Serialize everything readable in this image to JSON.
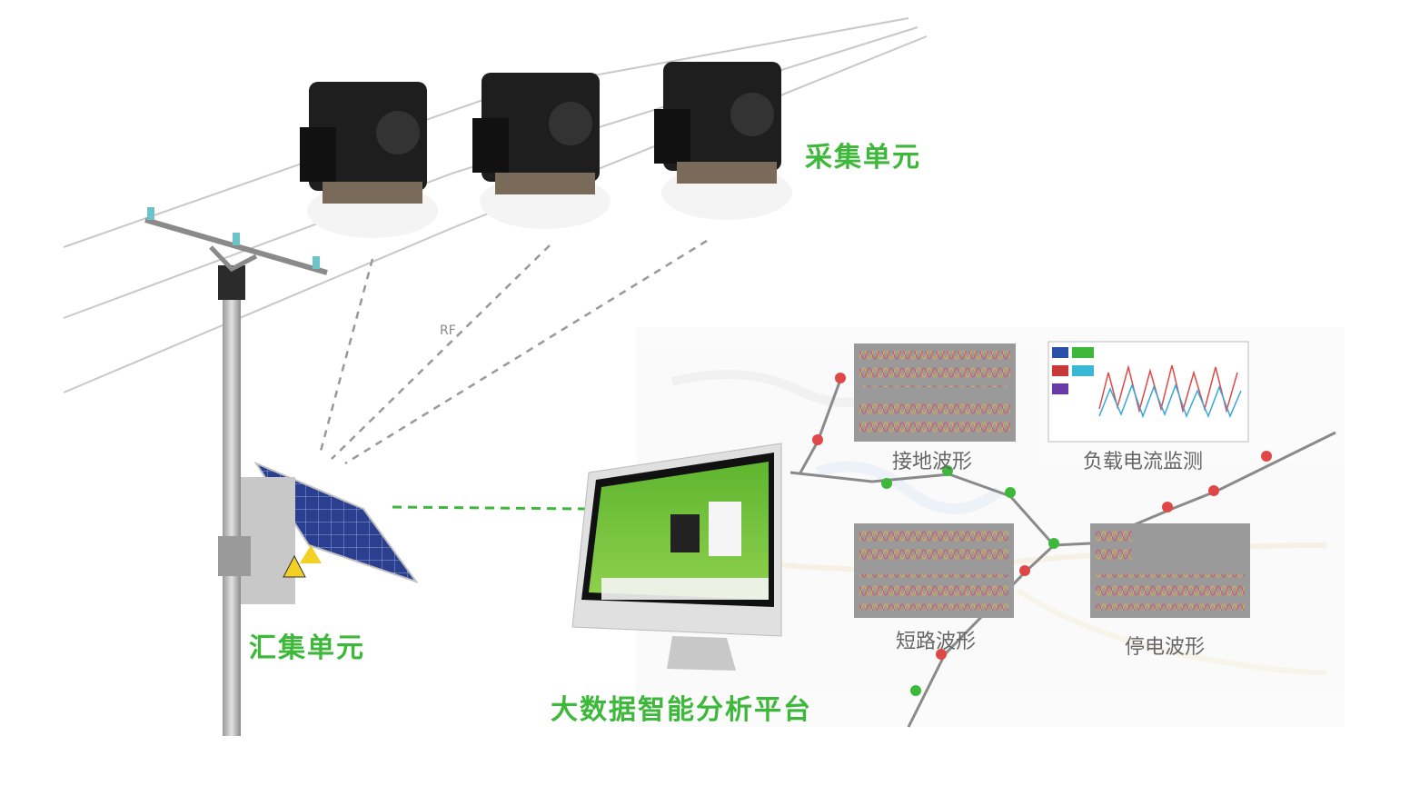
{
  "labels": {
    "collection_unit": "采集单元",
    "aggregation_unit": "汇集单元",
    "platform": "大数据智能分析平台",
    "rf": "RF",
    "ground_waveform": "接地波形",
    "load_current_monitoring": "负载电流监测",
    "short_circuit_waveform": "短路波形",
    "outage_waveform": "停电波形"
  },
  "colors": {
    "accent_green": "#3db83a",
    "wire_gray": "#c8c8c8",
    "device_black": "#1e1e1e",
    "solar_blue": "#2a3f8f",
    "screen_green": "#6cbf3a",
    "marker_red": "#e04848",
    "marker_green": "#3db83a",
    "panel_gray": "#9a9a9a"
  },
  "icons": {
    "sensor": "current-sensor-icon",
    "pole": "utility-pole-icon",
    "solar_panel": "solar-panel-icon",
    "monitor": "monitor-icon",
    "map_marker": "map-marker-icon",
    "warning": "warning-triangle-icon"
  }
}
